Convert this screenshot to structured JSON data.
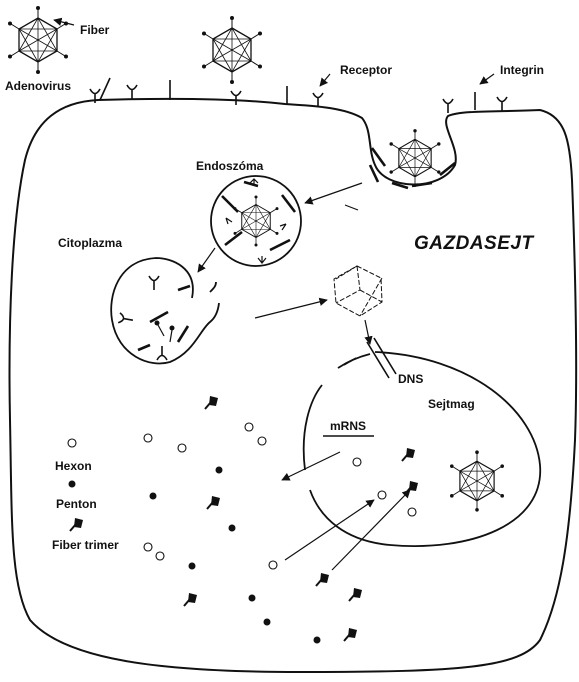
{
  "labels": {
    "fiber": "Fiber",
    "adenovirus": "Adenovirus",
    "receptor": "Receptor",
    "integrin": "Integrin",
    "endosome": "Endoszóma",
    "cytoplasm": "Citoplazma",
    "host_cell": "GAZDASEJT",
    "dna": "DNS",
    "nucleus": "Sejtmag",
    "mrna": "mRNS",
    "hexon": "Hexon",
    "penton": "Penton",
    "fiber_trimer": "Fiber trimer"
  }
}
